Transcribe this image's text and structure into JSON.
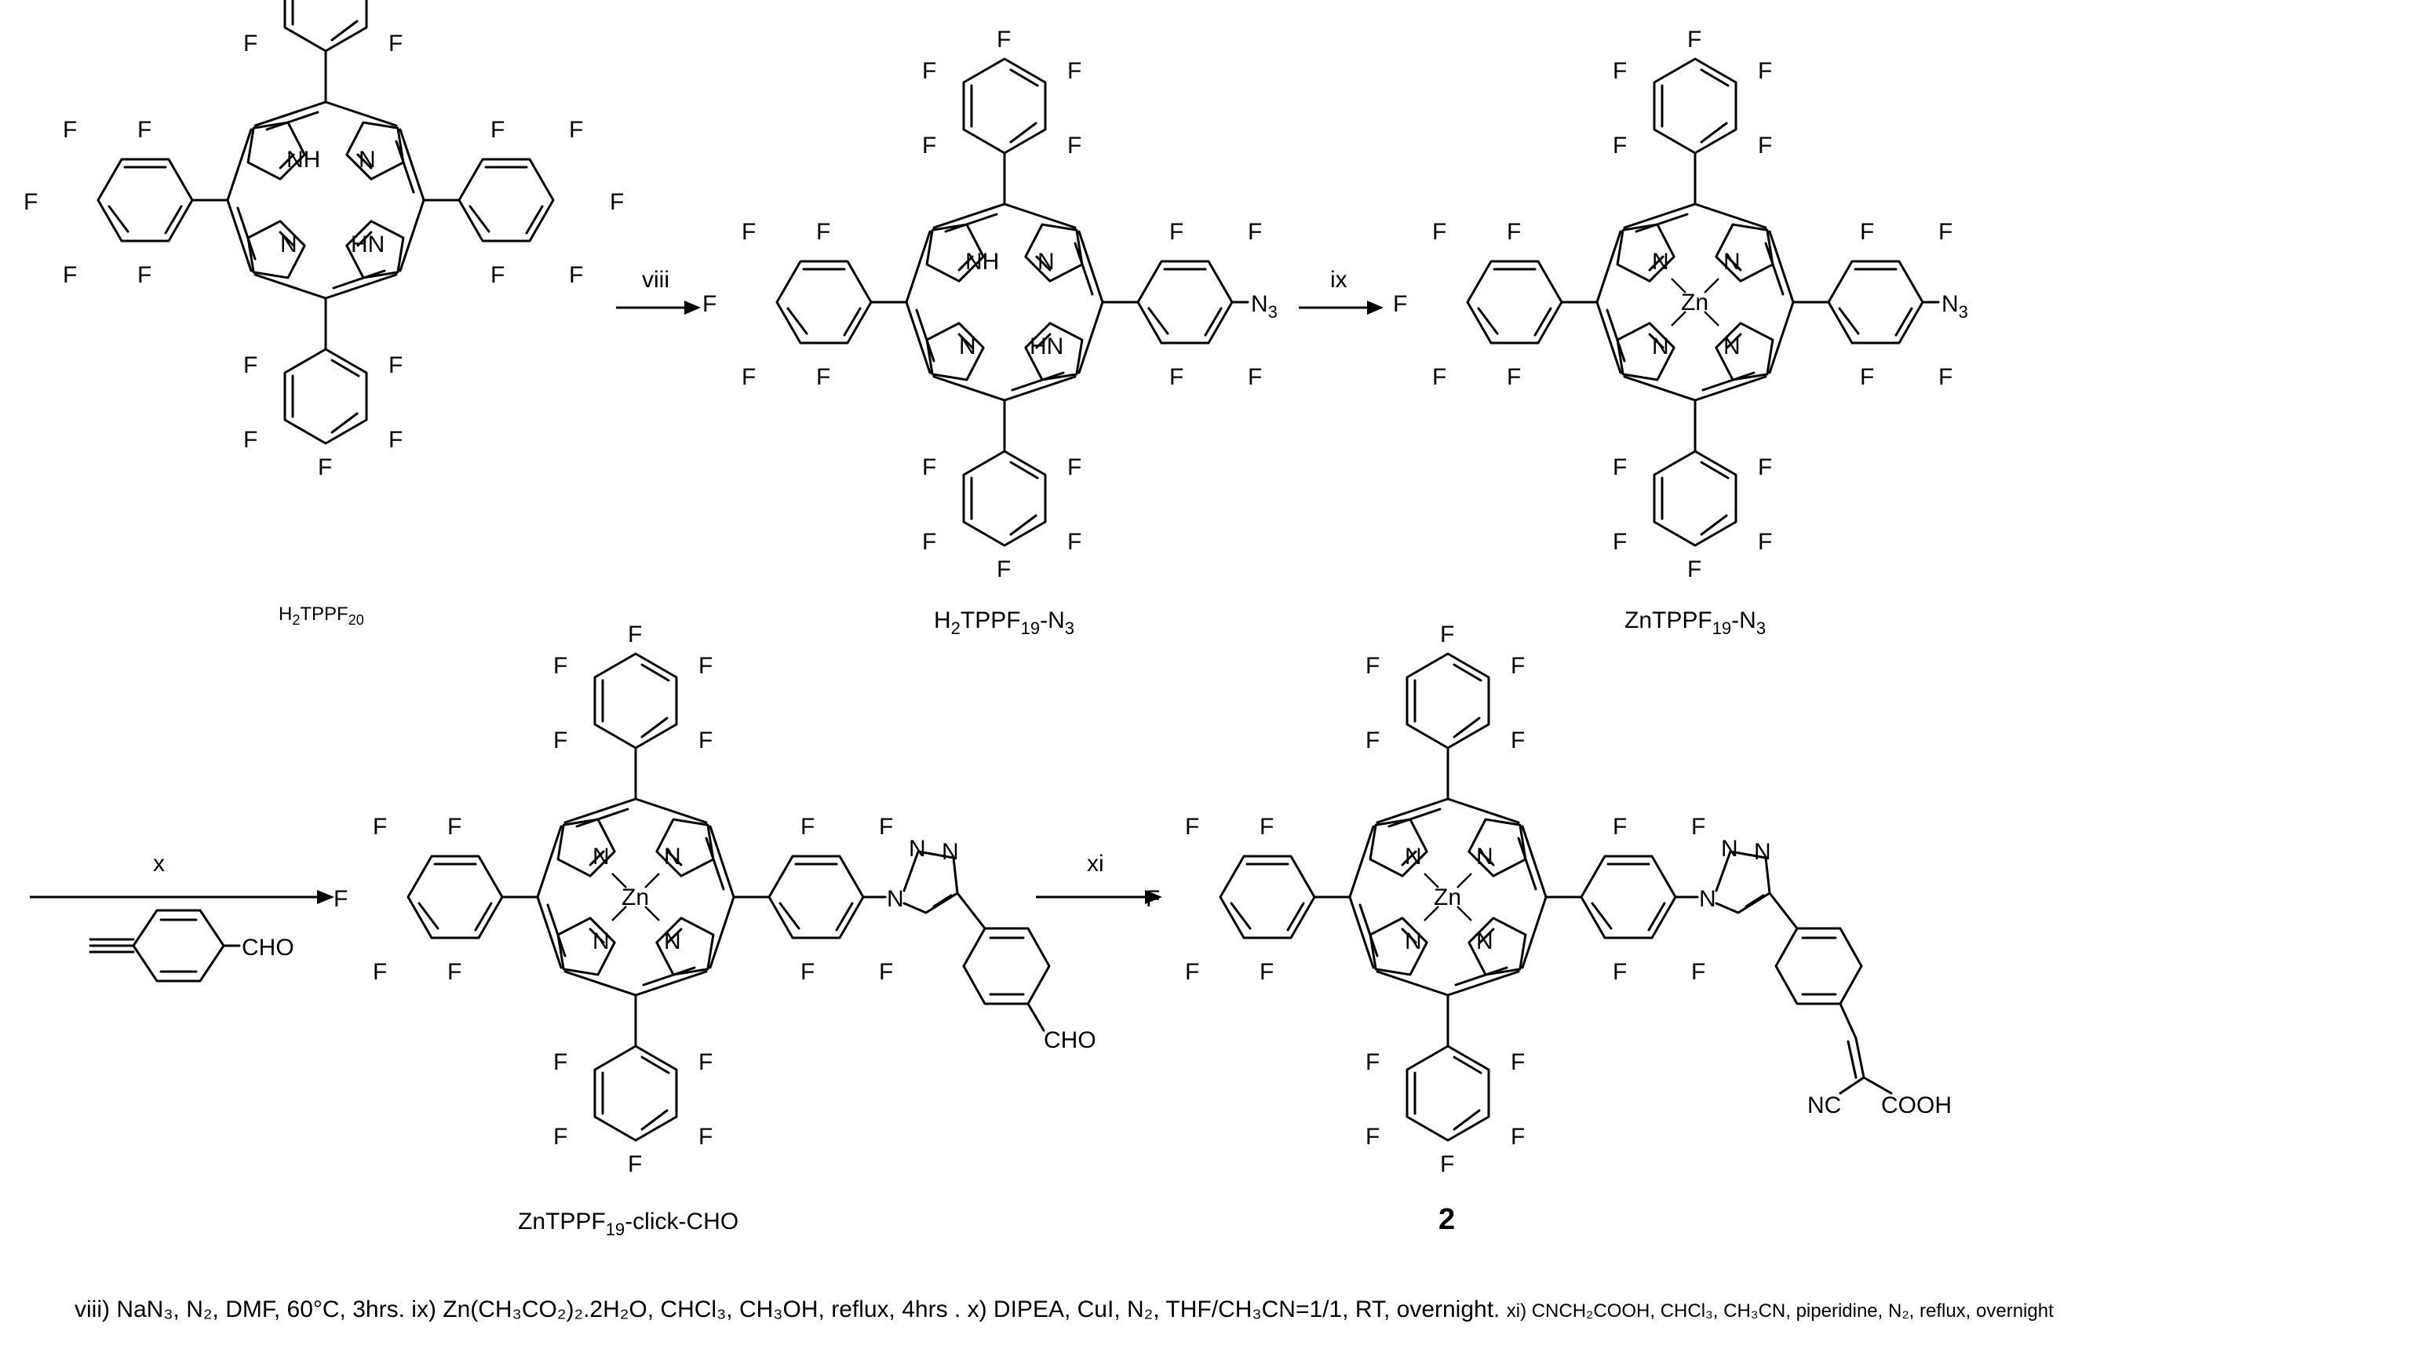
{
  "compounds": {
    "c1": {
      "name": "H2TPPF20",
      "name_main": "H",
      "sub1": "2",
      "mid": "TPPF",
      "sub2": "20",
      "tail": ""
    },
    "c2": {
      "name": "H2TPPF19-N3",
      "name_main": "H",
      "sub1": "2",
      "mid": "TPPF",
      "sub2": "19",
      "tail": "-N",
      "sub3": "3"
    },
    "c3": {
      "name": "ZnTPPF19-N3",
      "name_main": "ZnTPPF",
      "sub2": "19",
      "tail": "-N",
      "sub3": "3"
    },
    "c4": {
      "name": "ZnTPPF19-click-CHO",
      "name_main": "ZnTPPF",
      "sub2": "19",
      "tail": "-click-CHO"
    },
    "c5": {
      "name": "2"
    }
  },
  "arrows": {
    "a1": {
      "label": "viii"
    },
    "a2": {
      "label": "ix"
    },
    "a3": {
      "label": "x",
      "reagent_group": "CHO"
    },
    "a4": {
      "label": "xi"
    }
  },
  "atom_labels": {
    "F": "F",
    "N": "N",
    "NH": "NH",
    "HN": "HN",
    "Zn": "Zn",
    "N3_main": "N",
    "N3_sub": "3",
    "CHO": "CHO",
    "NC": "NC",
    "COOH": "COOH"
  },
  "conditions": {
    "viii": "viii) NaN₃, N₂, DMF, 60°C, 3hrs.",
    "ix": "ix) Zn(CH₃CO₂)₂.2H₂O, CHCl₃, CH₃OH, reflux, 4hrs .",
    "x": "x) DIPEA, CuI, N₂, THF/CH₃CN=1/1, RT, overnight.",
    "xi": "xi) CNCH₂COOH, CHCl₃, CH₃CN, piperidine, N₂, reflux, overnight"
  }
}
